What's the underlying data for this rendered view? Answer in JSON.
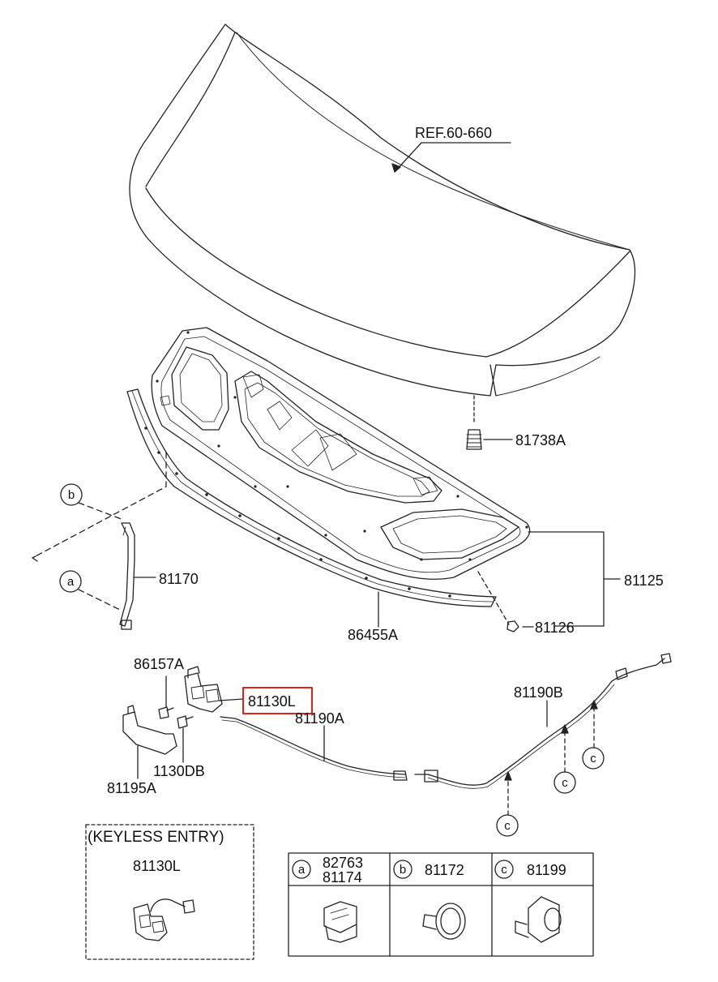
{
  "ref_label": "REF.60-660",
  "parts": {
    "p81738A": "81738A",
    "p81170": "81170",
    "p81125": "81125",
    "p86455A": "86455A",
    "p81126": "81126",
    "p86157A": "86157A",
    "p81130L": "81130L",
    "p81190A": "81190A",
    "p81190B": "81190B",
    "p1130DB": "1130DB",
    "p81195A": "81195A"
  },
  "callouts": {
    "a": "a",
    "b": "b",
    "c": "c"
  },
  "keyless": {
    "title": "(KEYLESS ENTRY)",
    "part": "81130L"
  },
  "legend": [
    {
      "key": "a",
      "line1": "82763",
      "line2": "81174"
    },
    {
      "key": "b",
      "line1": "81172",
      "line2": ""
    },
    {
      "key": "c",
      "line1": "81199",
      "line2": ""
    }
  ],
  "highlight_color": "#e02020"
}
